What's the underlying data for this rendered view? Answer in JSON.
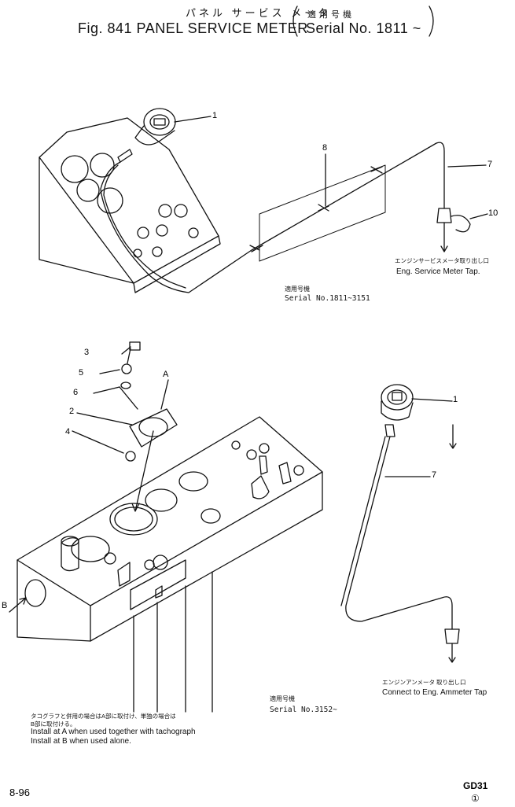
{
  "header": {
    "title_jp": "パネル サービス メータ",
    "applicable_jp": "適用号機",
    "title": "Fig. 841 PANEL SERVICE METER",
    "serial_range": "Serial No. 1811 ~"
  },
  "callouts": {
    "top": {
      "c1": "1",
      "c8": "8",
      "c7": "7",
      "c10": "10"
    },
    "bottom": {
      "c3": "3",
      "c5": "5",
      "c6": "6",
      "c2": "2",
      "c4": "4",
      "cA": "A",
      "cB": "B",
      "c1": "1",
      "c7": "7"
    }
  },
  "notes": {
    "tap_jp": "エンジンサービスメータ取り出し口",
    "tap_en": "Eng. Service Meter Tap.",
    "serial_upper_jp": "適用号機",
    "serial_upper": "Serial No.1811~3151",
    "ammeter_jp": "エンジンアンメータ 取り出し口",
    "ammeter_en": "Connect to Eng. Ammeter Tap",
    "serial_lower_jp": "適用号機",
    "serial_lower": "Serial No.3152~",
    "install_jp_1": "タコグラフと併用の場合はA部に取付け、単独の場合は",
    "install_jp_2": "B部に取付ける。",
    "install_a": "Install at A when used together with tachograph",
    "install_b": "Install at B when used alone."
  },
  "footer": {
    "page_number": "8-96",
    "model": "GD31",
    "revision": "①"
  }
}
